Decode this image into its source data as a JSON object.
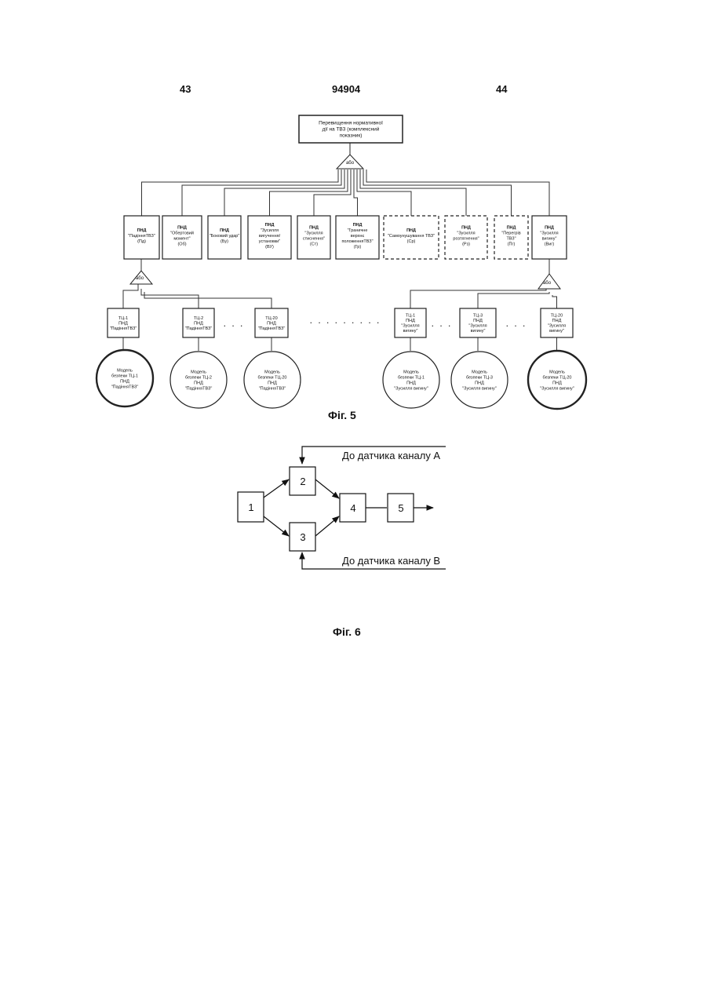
{
  "header": {
    "left": "43",
    "center": "94904",
    "right": "44"
  },
  "fig5": {
    "caption": "Фіг. 5",
    "top": [
      "Перевищення нормативної",
      "дії на ТВЗ (комплексний",
      "показник)"
    ],
    "or_label": "або",
    "boxes": [
      [
        "ПНД",
        "\"ПадінняТВЗ\"",
        "(Пд)"
      ],
      [
        "ПНД",
        "\"Обертовий",
        "момент\"",
        "(Об)"
      ],
      [
        "ПНД",
        "\"Боковий удар\"",
        "(Бу)"
      ],
      [
        "ПНД",
        "\"Зусилля",
        "вигучення/",
        "установки\"",
        "(ВУ)"
      ],
      [
        "ПНД",
        "\"Зусилля",
        "стиснення\"",
        "(Ст)"
      ],
      [
        "ПНД",
        "\"Граничне",
        "верхнє",
        "положенняТВЗ\"",
        "(Гр)"
      ],
      [
        "ПНД",
        "\"Самоунушування ТВЗ\"",
        "(Ср)"
      ],
      [
        "ПНД",
        "\"Зусилля",
        "розтягнення\"",
        "(Рз)"
      ],
      [
        "ПНД",
        "\"Перегрів",
        "ТВЗ\"",
        "(Пг)"
      ],
      [
        "ПНД",
        "\"Зусилля",
        "вигину\"",
        "(Виг)"
      ]
    ],
    "tc": [
      [
        "ТЦ-1",
        "ПНД",
        "\"ПадінняТВЗ\""
      ],
      [
        "ТЦ-2",
        "ПНД",
        "\"ПадінняТВЗ\""
      ],
      [
        "ТЦ-20",
        "ПНД",
        "\"ПадінняТВЗ\""
      ],
      [
        "ТЦ-1",
        "ПНД",
        "\"Зусилля",
        "вигину\""
      ],
      [
        "ТЦ-3",
        "ПНД",
        "\"Зусилля",
        "вигину\""
      ],
      [
        "ТЦ-20",
        "ПНД",
        "\"Зусилля",
        "вигину\""
      ]
    ],
    "models": [
      [
        "Модель",
        "безпеки ТЦ-1",
        "ПНД",
        "\"ПадінняТВЗ\""
      ],
      [
        "Модель",
        "безпеки ТЦ-2",
        "ПНД",
        "\"ПадінняТВЗ\""
      ],
      [
        "Модель",
        "безпеки ТЦ-20",
        "ПНД",
        "\"ПадінняТВЗ\""
      ],
      [
        "Модель",
        "безпеки ТЦ-1",
        "ПНД",
        "\"Зусилля вигину\""
      ],
      [
        "Модель",
        "безпеки ТЦ-3",
        "ПНД",
        "\"Зусилля вигину\""
      ],
      [
        "Модель",
        "безпеки ТЦ-20",
        "ПНД",
        "\"Зусилля вигину\""
      ]
    ],
    "dots": ". . ."
  },
  "fig6": {
    "caption": "Фіг. 6",
    "blocks": [
      "1",
      "2",
      "3",
      "4",
      "5"
    ],
    "sensor_a": "До датчика каналу А",
    "sensor_b": "До датчика каналу В"
  }
}
